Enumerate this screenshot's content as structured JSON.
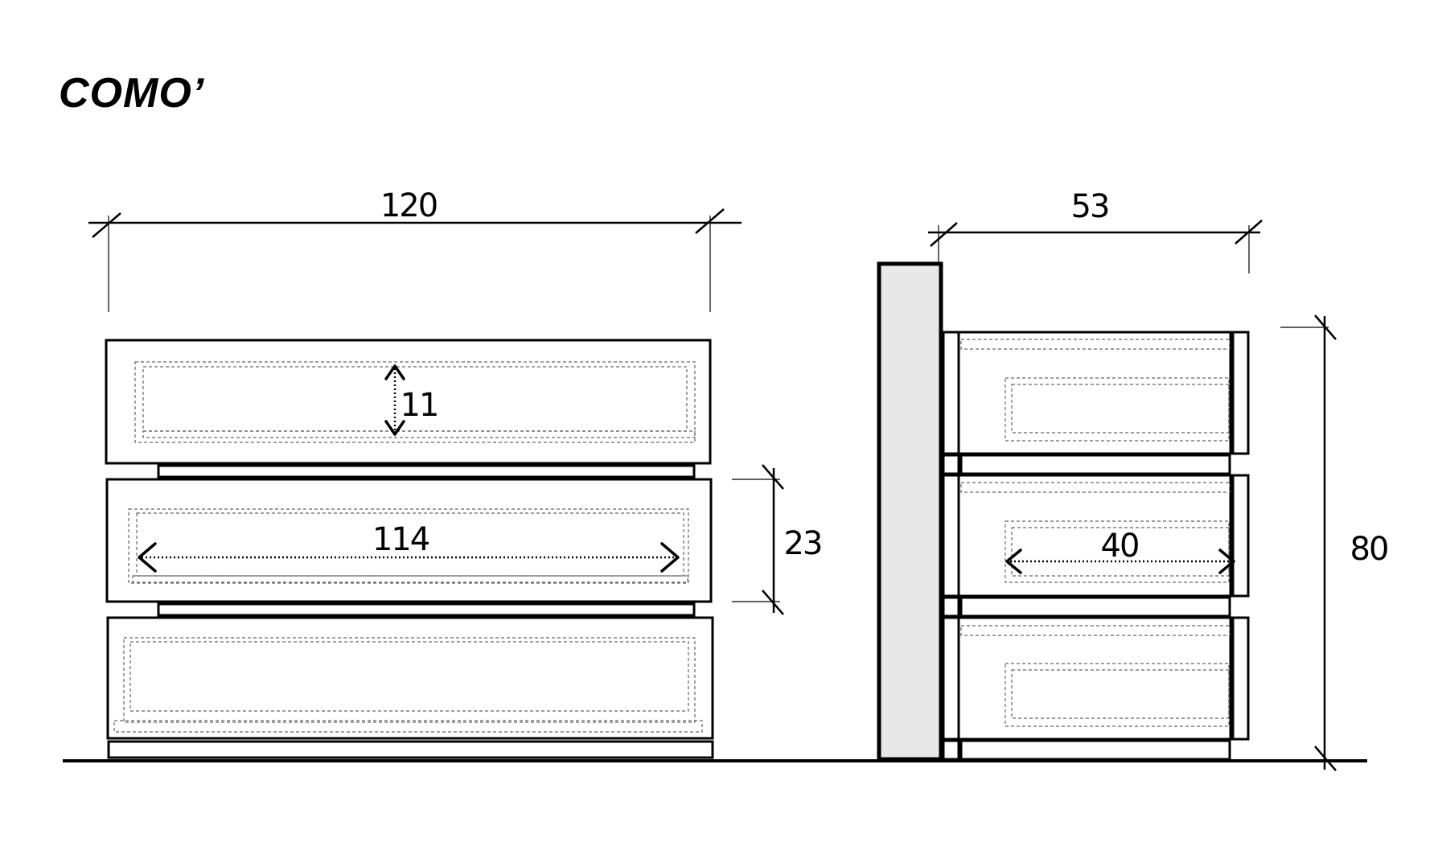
{
  "title": "COMO’",
  "front_view": {
    "width_label": "120",
    "drawer_height_label": "11",
    "drawer_width_label": "114",
    "drawer_front_height_label": "23"
  },
  "side_view": {
    "depth_label": "53",
    "inner_depth_label": "40",
    "height_label": "80"
  }
}
